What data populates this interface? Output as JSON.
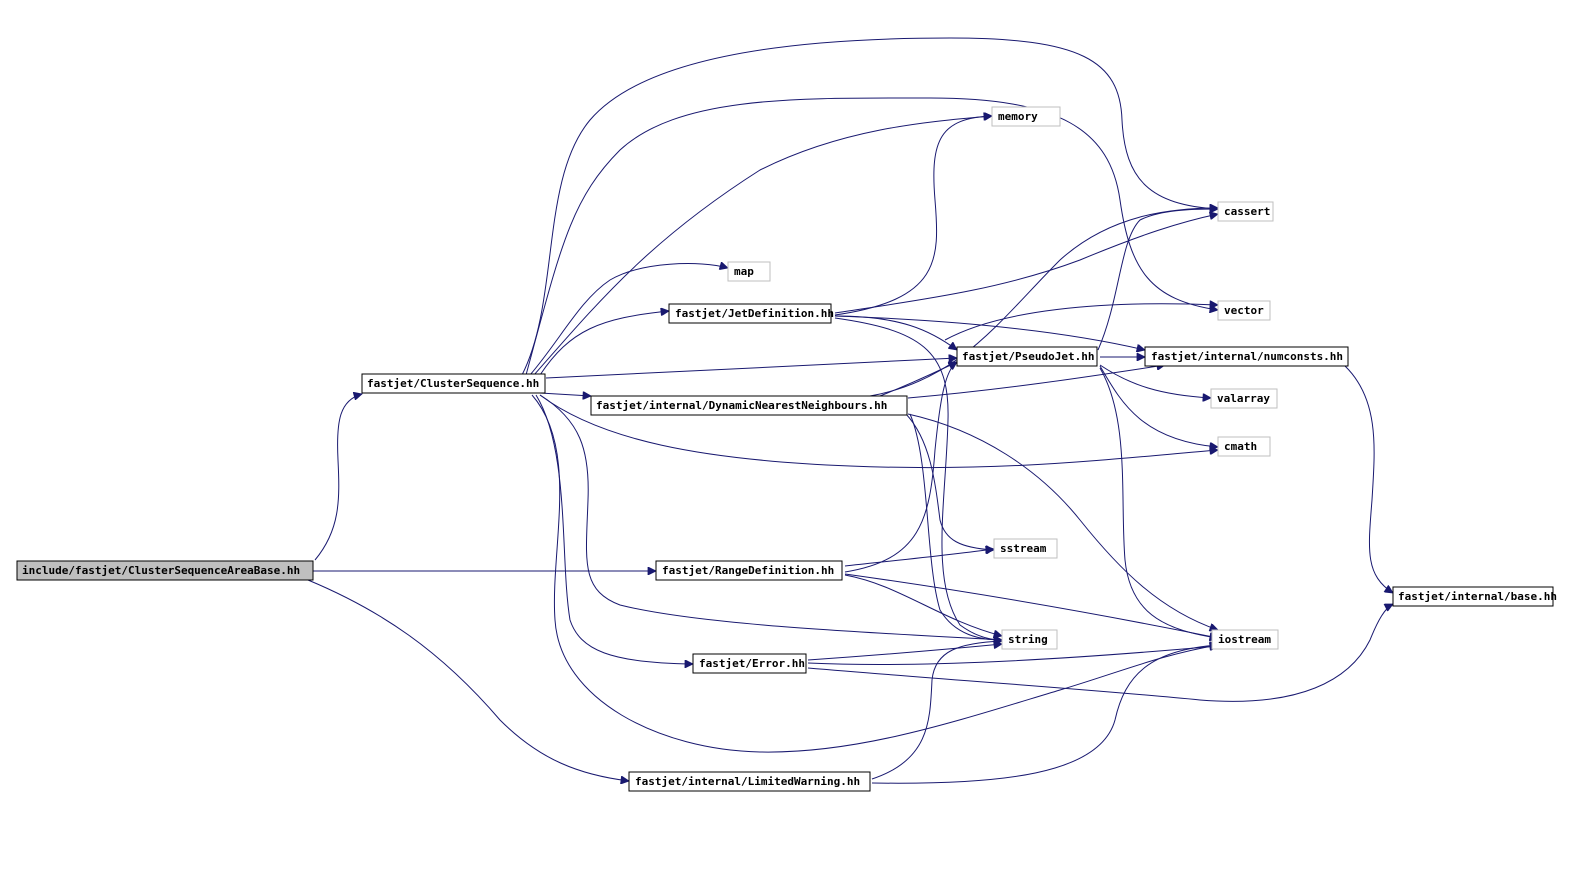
{
  "graph": {
    "colors": {
      "edge": "#191970",
      "main_fill": "#bfbfbf",
      "project_border": "#000000",
      "system_border": "#bfbfbf"
    },
    "nodes": [
      {
        "id": "root",
        "label": "include/fastjet/ClusterSequenceAreaBase.hh",
        "kind": "main"
      },
      {
        "id": "clusterseq",
        "label": "fastjet/ClusterSequence.hh",
        "kind": "project"
      },
      {
        "id": "jetdef",
        "label": "fastjet/JetDefinition.hh",
        "kind": "project"
      },
      {
        "id": "dnn",
        "label": "fastjet/internal/DynamicNearestNeighbours.hh",
        "kind": "project"
      },
      {
        "id": "rangedef",
        "label": "fastjet/RangeDefinition.hh",
        "kind": "project"
      },
      {
        "id": "error",
        "label": "fastjet/Error.hh",
        "kind": "project"
      },
      {
        "id": "limwarn",
        "label": "fastjet/internal/LimitedWarning.hh",
        "kind": "project"
      },
      {
        "id": "pseudojet",
        "label": "fastjet/PseudoJet.hh",
        "kind": "project"
      },
      {
        "id": "numconsts",
        "label": "fastjet/internal/numconsts.hh",
        "kind": "project"
      },
      {
        "id": "base",
        "label": "fastjet/internal/base.hh",
        "kind": "project"
      },
      {
        "id": "memory",
        "label": "memory",
        "kind": "system"
      },
      {
        "id": "map",
        "label": "map",
        "kind": "system"
      },
      {
        "id": "cassert",
        "label": "cassert",
        "kind": "system"
      },
      {
        "id": "vector",
        "label": "vector",
        "kind": "system"
      },
      {
        "id": "valarray",
        "label": "valarray",
        "kind": "system"
      },
      {
        "id": "cmath",
        "label": "cmath",
        "kind": "system"
      },
      {
        "id": "sstream",
        "label": "sstream",
        "kind": "system"
      },
      {
        "id": "string",
        "label": "string",
        "kind": "system"
      },
      {
        "id": "iostream",
        "label": "iostream",
        "kind": "system"
      }
    ],
    "edges": [
      {
        "from": "root",
        "to": "clusterseq"
      },
      {
        "from": "root",
        "to": "rangedef"
      },
      {
        "from": "root",
        "to": "limwarn"
      },
      {
        "from": "clusterseq",
        "to": "map"
      },
      {
        "from": "clusterseq",
        "to": "memory"
      },
      {
        "from": "clusterseq",
        "to": "cassert"
      },
      {
        "from": "clusterseq",
        "to": "vector"
      },
      {
        "from": "clusterseq",
        "to": "jetdef"
      },
      {
        "from": "clusterseq",
        "to": "pseudojet"
      },
      {
        "from": "clusterseq",
        "to": "dnn"
      },
      {
        "from": "clusterseq",
        "to": "cmath"
      },
      {
        "from": "clusterseq",
        "to": "string"
      },
      {
        "from": "clusterseq",
        "to": "error"
      },
      {
        "from": "clusterseq",
        "to": "iostream"
      },
      {
        "from": "jetdef",
        "to": "memory"
      },
      {
        "from": "jetdef",
        "to": "cassert"
      },
      {
        "from": "jetdef",
        "to": "pseudojet"
      },
      {
        "from": "jetdef",
        "to": "numconsts"
      },
      {
        "from": "jetdef",
        "to": "string"
      },
      {
        "from": "dnn",
        "to": "cassert"
      },
      {
        "from": "dnn",
        "to": "pseudojet"
      },
      {
        "from": "dnn",
        "to": "numconsts"
      },
      {
        "from": "dnn",
        "to": "sstream"
      },
      {
        "from": "dnn",
        "to": "string"
      },
      {
        "from": "dnn",
        "to": "iostream"
      },
      {
        "from": "rangedef",
        "to": "pseudojet"
      },
      {
        "from": "rangedef",
        "to": "sstream"
      },
      {
        "from": "rangedef",
        "to": "string"
      },
      {
        "from": "rangedef",
        "to": "iostream"
      },
      {
        "from": "error",
        "to": "string"
      },
      {
        "from": "error",
        "to": "iostream"
      },
      {
        "from": "error",
        "to": "base"
      },
      {
        "from": "limwarn",
        "to": "string"
      },
      {
        "from": "limwarn",
        "to": "iostream"
      },
      {
        "from": "pseudojet",
        "to": "numconsts"
      },
      {
        "from": "pseudojet",
        "to": "vector"
      },
      {
        "from": "pseudojet",
        "to": "cassert"
      },
      {
        "from": "pseudojet",
        "to": "valarray"
      },
      {
        "from": "pseudojet",
        "to": "cmath"
      },
      {
        "from": "pseudojet",
        "to": "iostream"
      },
      {
        "from": "numconsts",
        "to": "base"
      }
    ]
  }
}
